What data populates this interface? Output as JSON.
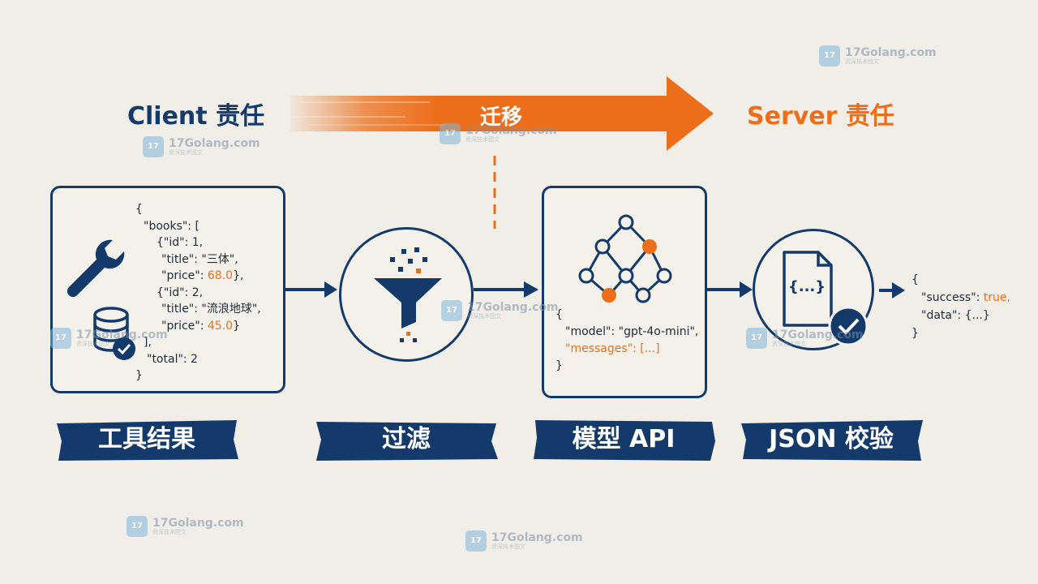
{
  "headings": {
    "client": "Client 责任",
    "migrate": "迁移",
    "server": "Server 责任"
  },
  "steps": [
    {
      "label": "工具结果",
      "icon": "wrench-database-icon"
    },
    {
      "label": "过滤",
      "icon": "funnel-icon"
    },
    {
      "label": "模型 API",
      "icon": "neural-network-icon"
    },
    {
      "label": "JSON 校验",
      "icon": "json-document-check-icon"
    }
  ],
  "tool_result_json": {
    "open": "{",
    "books_line": "\"books\": [",
    "book1_id": "{\"id\": 1,",
    "book1_title": "\"title\": \"三体\",",
    "book1_price_key": "\"price\": ",
    "book1_price": "68.0",
    "book1_close": "},",
    "book2_id": "{\"id\": 2,",
    "book2_title": "\"title\": \"流浪地球\",",
    "book2_price_key": "\"price\": ",
    "book2_price": "45.0",
    "book2_close": "}",
    "array_close": "],",
    "total_line": "\"total\": 2",
    "close": "}"
  },
  "model_api_json": {
    "open": "{",
    "model_line": "\"model\": \"gpt-4o-mini\",",
    "messages_line": "\"messages\": [...]",
    "close": "}"
  },
  "output_json": {
    "open": "{",
    "success_key": "\"success\": ",
    "success_value": "true,",
    "data_line": "\"data\": {...}",
    "close": "}"
  },
  "json_icon_text": "{...}",
  "watermark": {
    "title": "17Golang.com",
    "badge": "17",
    "subtitle": "资深技术图文"
  },
  "colors": {
    "navy": "#143a6b",
    "orange": "#ec6e1a",
    "background": "#f1eee7"
  }
}
